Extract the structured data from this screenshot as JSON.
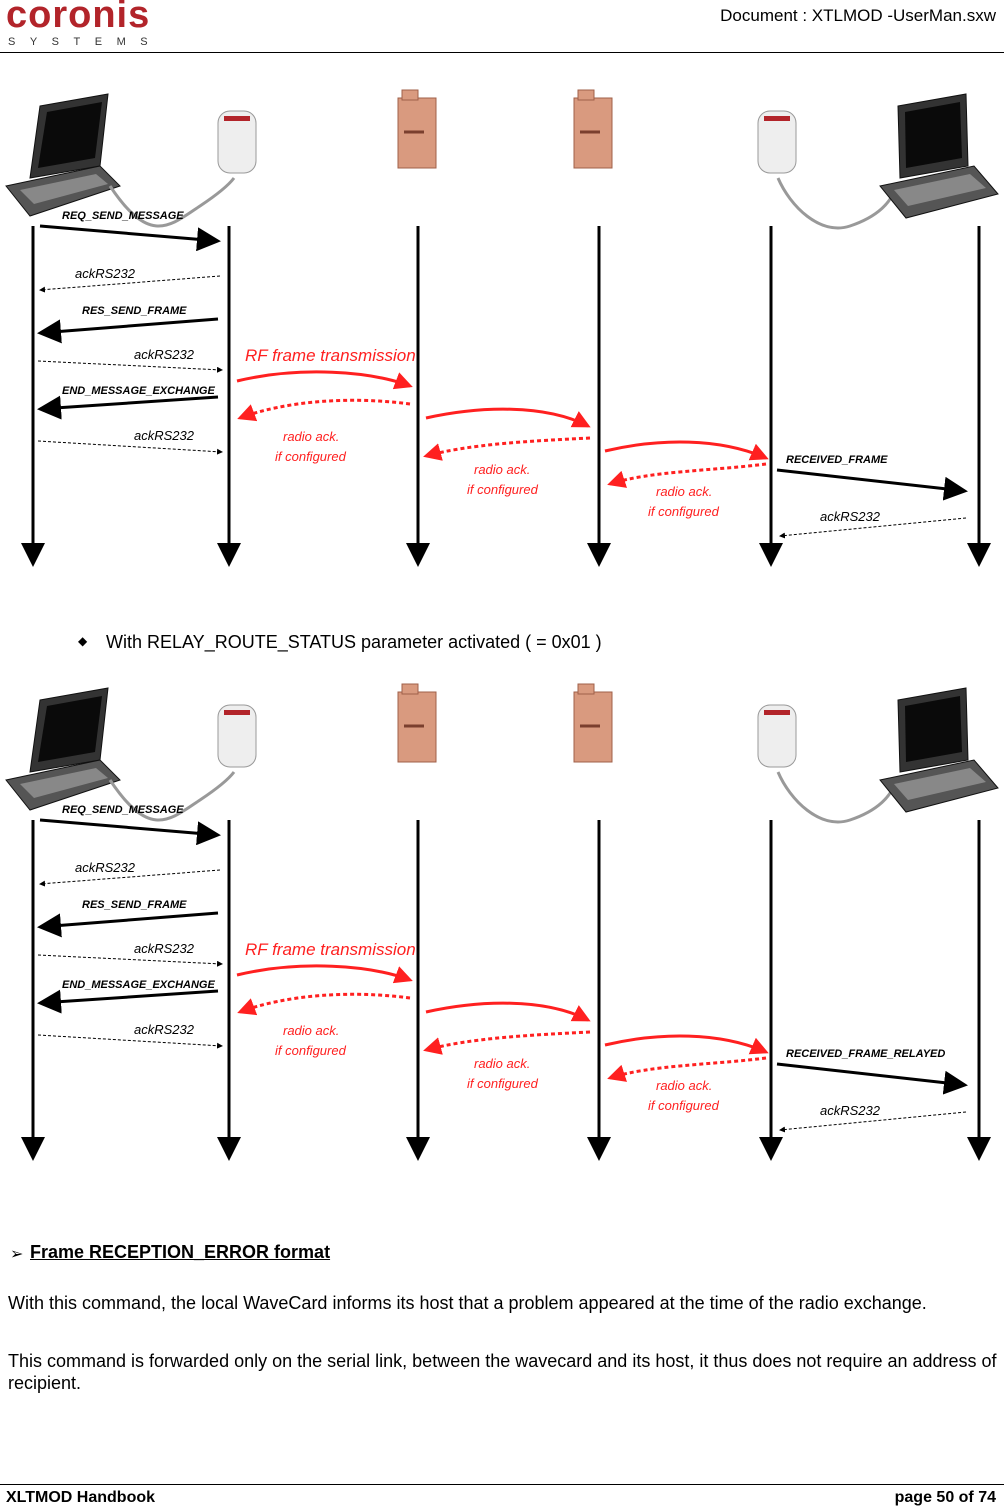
{
  "header": {
    "logo_word": "coronis",
    "logo_sub": "SYSTEMS",
    "doc_title": "Document : XTLMOD -UserMan.sxw"
  },
  "colors": {
    "brand": "#b2242a",
    "rf_red": "#ff2020",
    "module": "#d99a7f"
  },
  "diagram1": {
    "messages": {
      "req_send": "REQ_SEND_MESSAGE",
      "ack1": "ackRS232",
      "res_send": "RES_SEND_FRAME",
      "ack2": "ackRS232",
      "end_exchange": "END_MESSAGE_EXCHANGE",
      "ack3": "ackRS232",
      "received": "RECEIVED_FRAME",
      "ack4": "ackRS232"
    },
    "rf_label": "RF frame transmission",
    "radio_ack": "radio ack.",
    "if_configured": "if configured"
  },
  "bullet_text": "With RELAY_ROUTE_STATUS parameter activated ( = 0x01 )",
  "diagram2": {
    "messages": {
      "req_send": "REQ_SEND_MESSAGE",
      "ack1": "ackRS232",
      "res_send": "RES_SEND_FRAME",
      "ack2": "ackRS232",
      "end_exchange": "END_MESSAGE_EXCHANGE",
      "ack3": "ackRS232",
      "received": "RECEIVED_FRAME_RELAYED",
      "ack4": "ackRS232"
    },
    "rf_label": "RF frame transmission",
    "radio_ack": "radio ack.",
    "if_configured": "if configured"
  },
  "section": {
    "arrow": "➢",
    "title": "Frame RECEPTION_ERROR format",
    "para1": "With this command, the local WaveCard informs its host that a problem appeared at the time of the radio exchange.",
    "para2": "This command is forwarded only on the serial link, between the wavecard and its host, it thus does not require an address of recipient."
  },
  "footer": {
    "left": "XLTMOD Handbook",
    "right": "page 50 of 74"
  }
}
